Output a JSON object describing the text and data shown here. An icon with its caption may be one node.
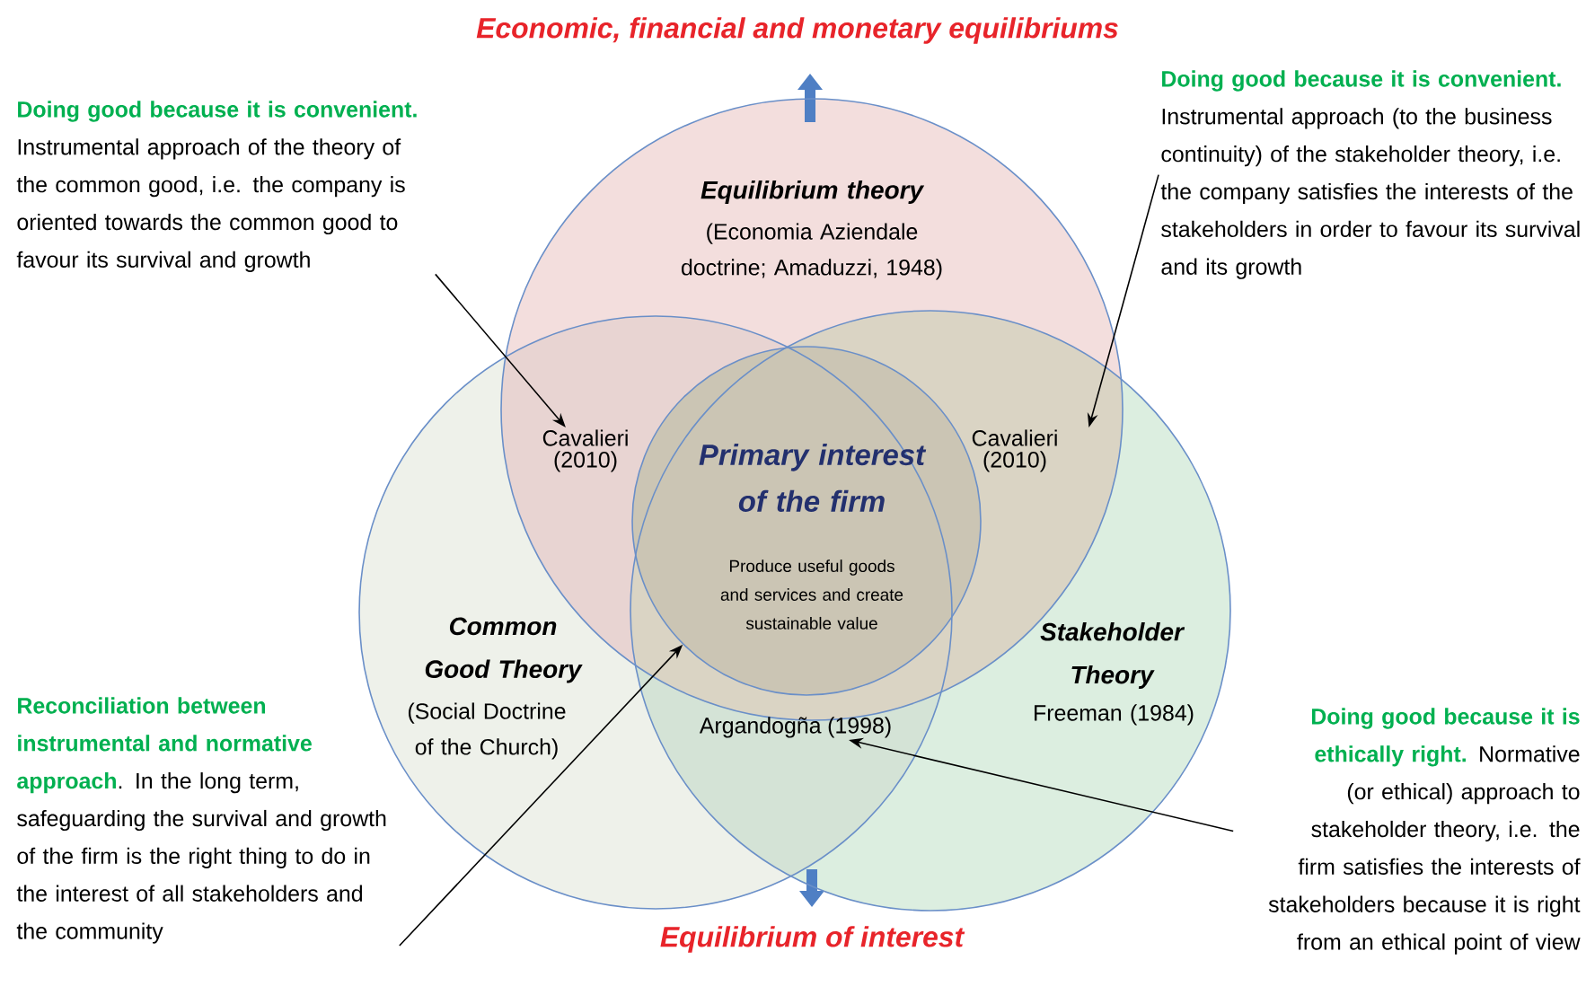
{
  "diagram": {
    "nodes": [
      {
        "text": [
          "Equilibrium theory",
          "(Economia Aziendale doctrine; Amaduzzi, 1948)"
        ]
      },
      {
        "text": [
          "Common Good Theory",
          "(Social Doctrine of the Church)"
        ]
      },
      {
        "text": [
          "Stakeholder Theory",
          "Freeman (1984)"
        ]
      },
      {
        "text": [
          "Primary interest of the firm",
          "Produce useful goods and services and create sustainable value"
        ]
      },
      {
        "text": [
          "Cavalieri (2010)"
        ]
      },
      {
        "text": [
          "Cavalieri (2010)"
        ]
      },
      {
        "text": [
          "Argandogña (1998)"
        ]
      },
      {
        "text": [
          "Doing good because it is convenient.",
          "Instrumental approach of the theory of the common good, i.e. the company is oriented towards the common good to favour its survival and growth"
        ]
      },
      {
        "text": [
          "Doing good because it is convenient.",
          "Instrumental approach (to the business continuity) of the stakeholder theory, i.e. the company satisfies the interests of the stakeholders in order to favour its survival and its growth"
        ]
      },
      {
        "text": [
          "**Reconciliation between instrumental and normative approach**. In the long term, safeguarding the survival and growth of the firm is the right thing to do in the interest of all stakeholders and the community"
        ]
      },
      {
        "text": [
          "**Doing good because it is ethically right.** Normative (or ethical) approach to stakeholder theory, i.e. the firm satisfies the interests of stakeholders because it is right from an ethical point of view"
        ]
      }
    ],
    "edges": [
      {
        "from": 7,
        "to": 4,
        "arrow": "to"
      },
      {
        "from": 8,
        "to": 5,
        "arrow": "to"
      },
      {
        "from": 9,
        "to": 3,
        "arrow": "to"
      },
      {
        "from": 10,
        "to": 6,
        "arrow": "to"
      }
    ],
    "labels": [
      "Economic, financial and monetary equilibriums",
      "Equilibrium of interest"
    ]
  }
}
